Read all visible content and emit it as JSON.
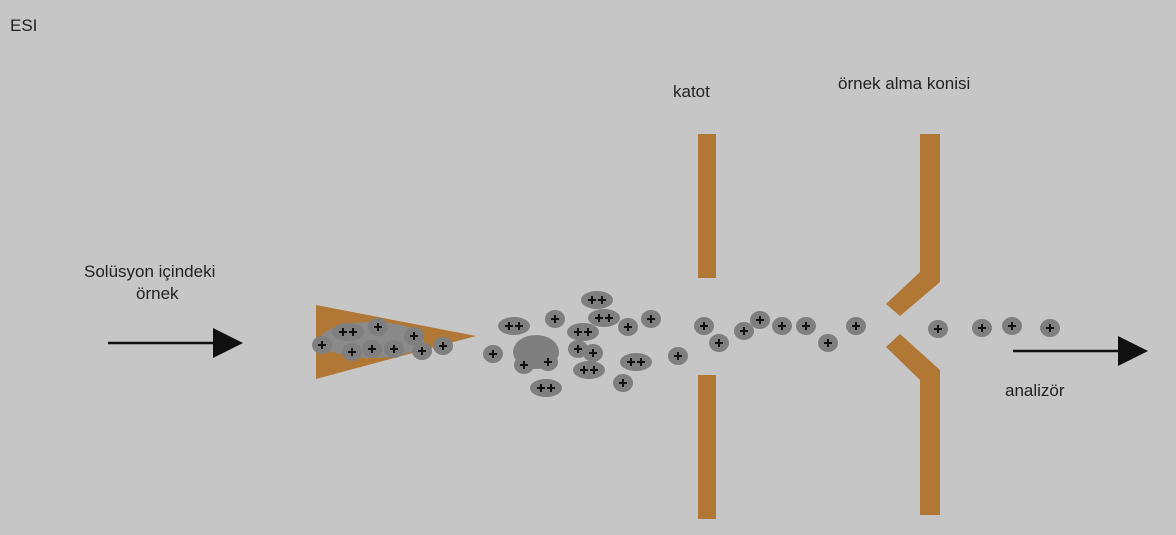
{
  "title": "ESI",
  "labels": {
    "sample_line1": "Solüsyon içindeki",
    "sample_line2": "örnek",
    "cathode": "katot",
    "cone": "örnek alma konisi",
    "analyzer": "analizör"
  },
  "colors": {
    "background": "#c6c6c6",
    "electrode": "#b07735",
    "droplet": "#7f7f7f",
    "ion_symbol": "#111111",
    "arrow": "#111111"
  },
  "icons": [
    "arrow-right-icon",
    "plus-charge-icon"
  ]
}
